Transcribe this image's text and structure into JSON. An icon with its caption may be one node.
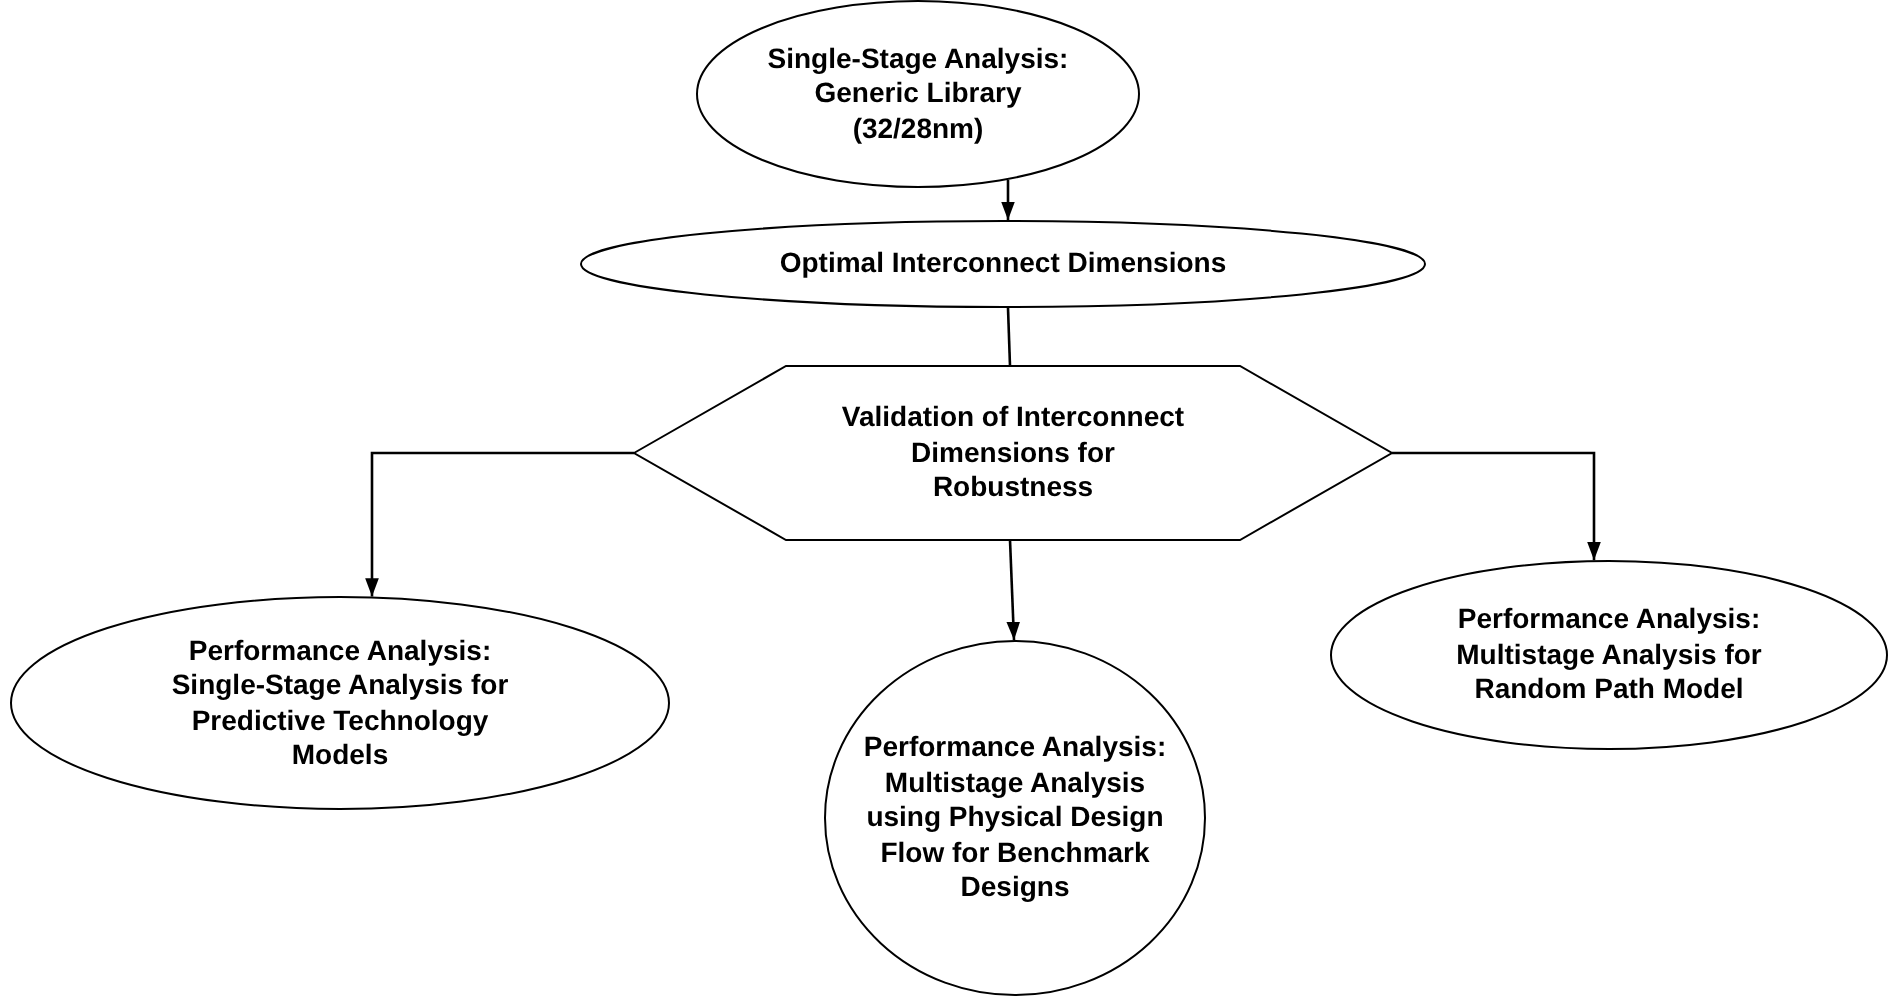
{
  "diagram": {
    "nodes": [
      {
        "text": [
          "Single-Stage Analysis: Generic Library (32/28nm)"
        ]
      },
      {
        "text": [
          "Optimal Interconnect Dimensions"
        ]
      },
      {
        "text": [
          "Validation of Interconnect Dimensions for Robustness"
        ]
      },
      {
        "text": [
          "Performance Analysis: Single-Stage Analysis for Predictive Technology Models"
        ]
      },
      {
        "text": [
          "Performance Analysis: Multistage Analysis using Physical Design Flow for Benchmark Designs"
        ]
      },
      {
        "text": [
          "Performance Analysis: Multistage Analysis for Random Path Model"
        ]
      }
    ],
    "edges": [
      {
        "from": 0,
        "to": 1,
        "arrow": "to"
      },
      {
        "from": 1,
        "to": 2,
        "arrow": "none"
      },
      {
        "from": 2,
        "to": 3,
        "arrow": "to"
      },
      {
        "from": 2,
        "to": 4,
        "arrow": "to"
      },
      {
        "from": 2,
        "to": 5,
        "arrow": "to"
      }
    ]
  }
}
